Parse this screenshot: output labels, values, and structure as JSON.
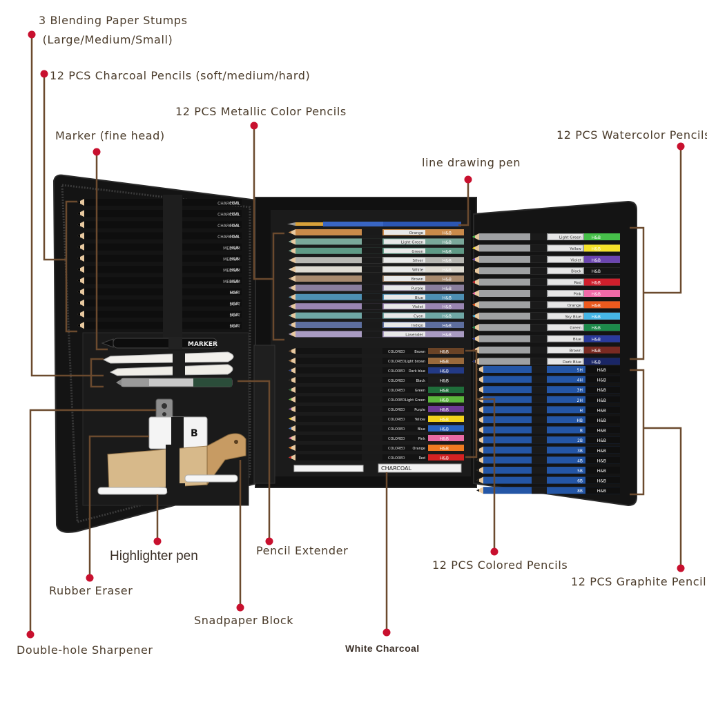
{
  "labels": {
    "blending_stumps": "3 Blending Paper Stumps\n (Large/Medium/Small)",
    "charcoal_pencils": "12 PCS Charcoal Pencils (soft/medium/hard)",
    "metallic_pencils": "12 PCS Metallic Color Pencils",
    "marker": "Marker (fine head)",
    "watercolor_pencils": "12 PCS Watercolor Pencils",
    "line_pen": "line drawing pen",
    "highlighter": "Highlighter pen",
    "pencil_extender": "Pencil Extender",
    "rubber_eraser": "Rubber Eraser",
    "sandpaper_block": "Snadpaper Block",
    "white_charcoal": "White Charcoal",
    "sharpener": "Double-hole Sharpener",
    "colored_pencils": "12 PCS Colored Pencils",
    "graphite_pencils": "12 PCS Graphite Pencils"
  },
  "product": {
    "brand": "H&B",
    "eraser_mark": "B",
    "marker_text": "MARKER",
    "white_charcoal_text": "CHARCOAL",
    "charcoal_grades": [
      "CHARCOAL",
      "CHARCOAL",
      "CHARCOAL",
      "CHARCOAL",
      "MEDIUM",
      "MEDIUM",
      "MEDIUM",
      "MEDIUM",
      "SOFT",
      "SOFT",
      "SOFT",
      "SOFT"
    ],
    "metallic_colors": [
      {
        "name": "Orange",
        "hex": "#c98a4a"
      },
      {
        "name": "Light Green",
        "hex": "#7aa89a"
      },
      {
        "name": "Green",
        "hex": "#5f9a86"
      },
      {
        "name": "Silver",
        "hex": "#b7b7b2"
      },
      {
        "name": "White",
        "hex": "#dedbd2"
      },
      {
        "name": "Brown",
        "hex": "#a88a6e"
      },
      {
        "name": "Purple",
        "hex": "#8a7f9e"
      },
      {
        "name": "Blue",
        "hex": "#4d8fb3"
      },
      {
        "name": "Violet",
        "hex": "#9a86b2"
      },
      {
        "name": "Cyan",
        "hex": "#6fa7a5"
      },
      {
        "name": "Indigo",
        "hex": "#5d6e9e"
      },
      {
        "name": "Lavender",
        "hex": "#a99bc2"
      }
    ],
    "colored_pencils": [
      {
        "name": "Brown",
        "hex": "#6a4326"
      },
      {
        "name": "Light brown",
        "hex": "#9a6a3c"
      },
      {
        "name": "Dark blue",
        "hex": "#233a86"
      },
      {
        "name": "Black",
        "hex": "#1d1d1d"
      },
      {
        "name": "Green",
        "hex": "#1f6d3a"
      },
      {
        "name": "Light Green",
        "hex": "#5cb83c"
      },
      {
        "name": "Purple",
        "hex": "#6f3a96"
      },
      {
        "name": "Yellow",
        "hex": "#f2d21c"
      },
      {
        "name": "Blue",
        "hex": "#2a64c2"
      },
      {
        "name": "Pink",
        "hex": "#e86aa4"
      },
      {
        "name": "Orange",
        "hex": "#ee7a22"
      },
      {
        "name": "Red",
        "hex": "#d42222"
      }
    ],
    "watercolor_pencils": [
      {
        "name": "Light Green",
        "hex": "#46c04a"
      },
      {
        "name": "Yellow",
        "hex": "#f5e22a"
      },
      {
        "name": "Violet",
        "hex": "#6b45b0"
      },
      {
        "name": "Black",
        "hex": "#151515"
      },
      {
        "name": "Red",
        "hex": "#cf1f2c"
      },
      {
        "name": "Pink",
        "hex": "#f06aa8"
      },
      {
        "name": "Orange",
        "hex": "#ec5a1e"
      },
      {
        "name": "Sky Blue",
        "hex": "#46b6e6"
      },
      {
        "name": "Green",
        "hex": "#1c8a4a"
      },
      {
        "name": "Blue",
        "hex": "#2a3a9c"
      },
      {
        "name": "Brown",
        "hex": "#7a2a22"
      },
      {
        "name": "Dark Blue",
        "hex": "#1a2666"
      }
    ],
    "graphite_grades": [
      "5H",
      "4H",
      "3H",
      "2H",
      "H",
      "HB",
      "B",
      "2B",
      "3B",
      "4B",
      "5B",
      "6B",
      "8B"
    ]
  },
  "colors": {
    "label_text": "#4a3b2a",
    "leader_line": "#6b4a2e",
    "leader_dot": "#c8102e",
    "case": "#151515",
    "pencil_wood": "#e8c9a0"
  }
}
